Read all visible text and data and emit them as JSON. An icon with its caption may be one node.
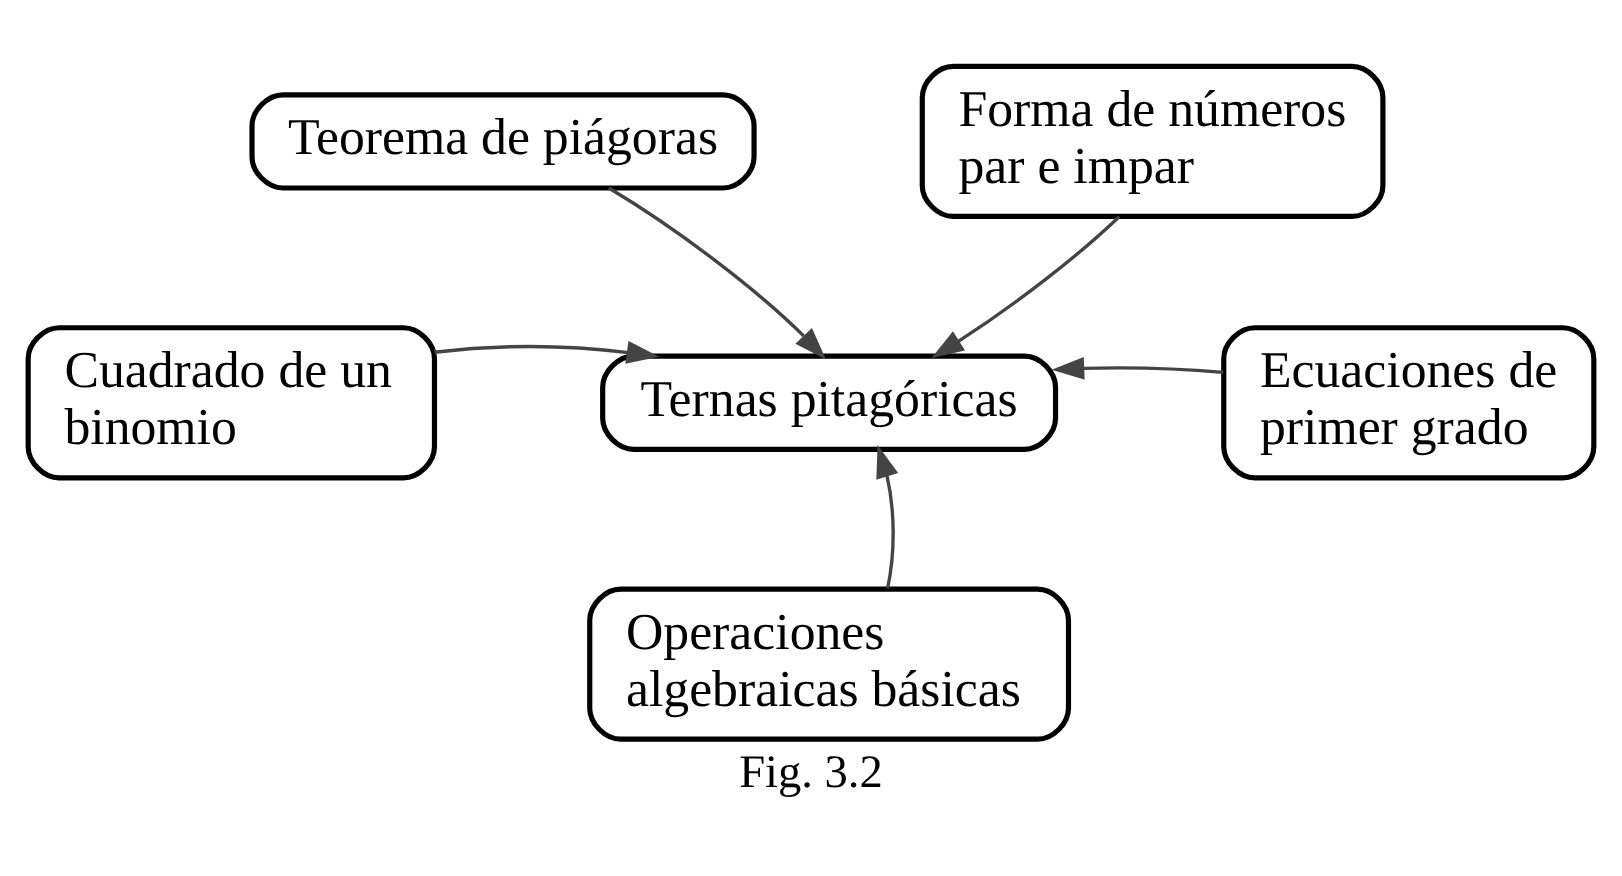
{
  "diagram": {
    "caption": "Fig. 3.2",
    "nodes": [
      {
        "text": [
          "Teorema de piágoras"
        ]
      },
      {
        "text": [
          "Forma de números par e impar"
        ]
      },
      {
        "text": [
          "Ternas pitagóricas"
        ]
      },
      {
        "text": [
          "Cuadrado de un binomio"
        ]
      },
      {
        "text": [
          "Ecuaciones de primer grado"
        ]
      },
      {
        "text": [
          "Operaciones algebraicas básicas"
        ]
      }
    ],
    "edges": [
      {
        "from": 0,
        "to": 2,
        "arrow": "to"
      },
      {
        "from": 1,
        "to": 2,
        "arrow": "to"
      },
      {
        "from": 3,
        "to": 2,
        "arrow": "to"
      },
      {
        "from": 4,
        "to": 2,
        "arrow": "to"
      },
      {
        "from": 5,
        "to": 2,
        "arrow": "to"
      }
    ]
  }
}
